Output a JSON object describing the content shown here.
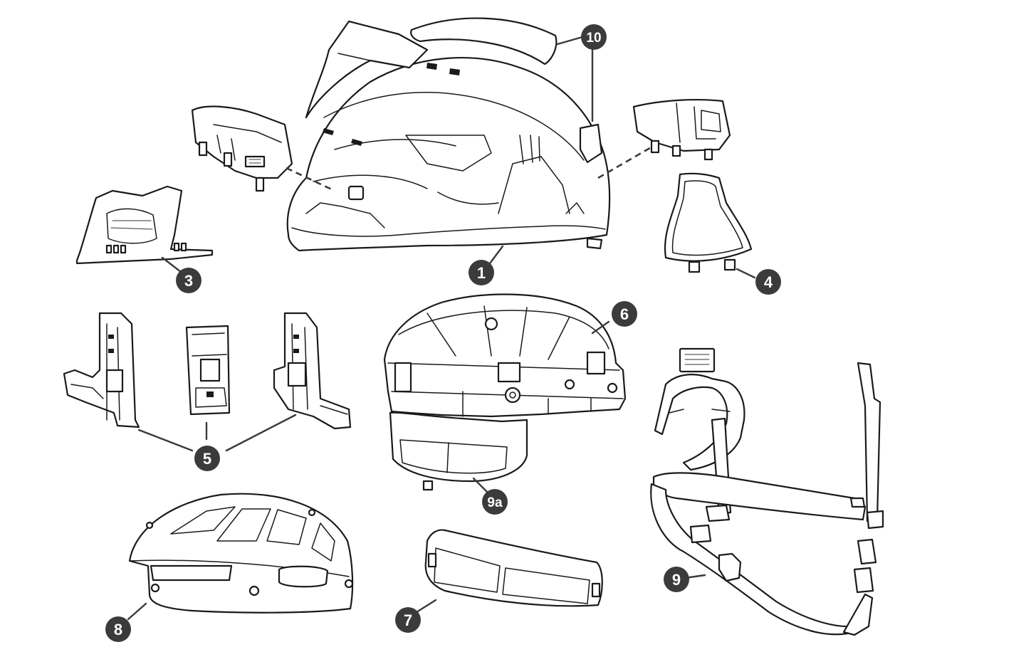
{
  "colors": {
    "line": "#1a1a1a",
    "callout": "#3b3b3b",
    "callout_text": "#ffffff",
    "background": "#ffffff"
  },
  "callouts": [
    {
      "id": "1",
      "label": "1"
    },
    {
      "id": "3",
      "label": "3"
    },
    {
      "id": "4",
      "label": "4"
    },
    {
      "id": "5",
      "label": "5"
    },
    {
      "id": "6",
      "label": "6"
    },
    {
      "id": "7",
      "label": "7"
    },
    {
      "id": "8",
      "label": "8"
    },
    {
      "id": "9",
      "label": "9"
    },
    {
      "id": "9a",
      "label": "9a"
    },
    {
      "id": "10",
      "label": "10"
    }
  ]
}
